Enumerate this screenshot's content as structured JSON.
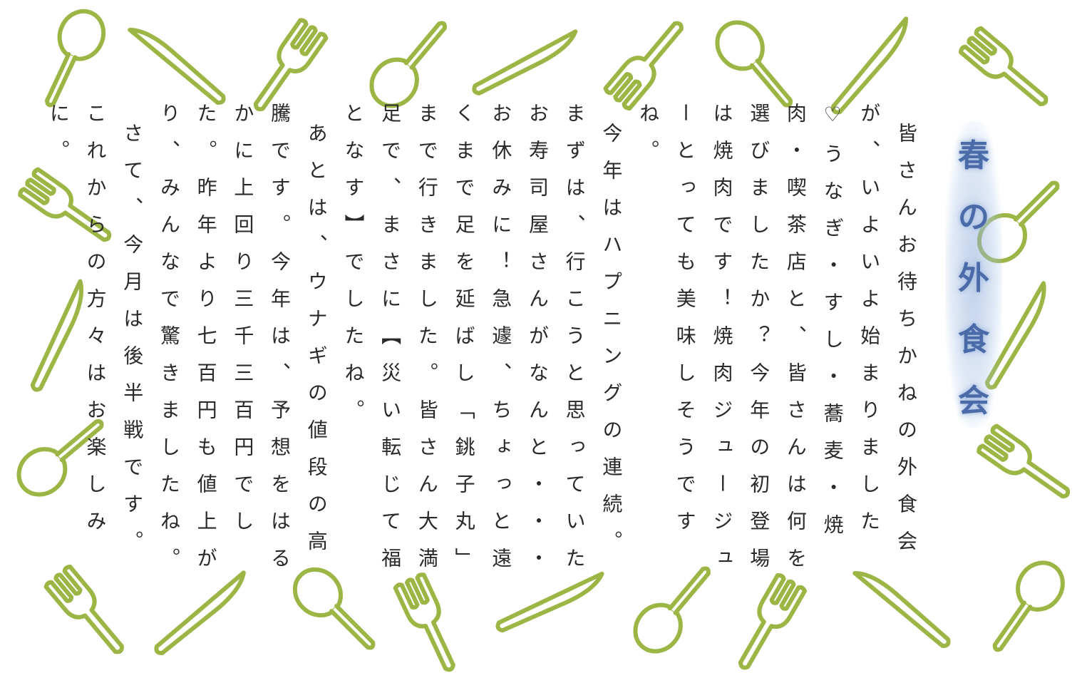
{
  "title": {
    "chars": [
      "春",
      "の",
      "外",
      "食",
      "会"
    ]
  },
  "article": {
    "paragraphs": [
      "皆さんお待ちかねの外食会が、いよいよ始まりました♡うなぎ・すし・蕎麦・焼肉・喫茶店と、皆さんは何を選びましたか？今年の初登場は焼肉です！焼肉ジュージューとっても美味しそうですね。",
      "今年はハプニングの連続。まずは、行こうと思っていたお寿司屋さんがなんと・・・お休みに！急遽、ちょっと遠くまで足を延ばし「銚子丸」まで行きました。皆さん大満足で、まさに【災い転じて福となす】でしたね。",
      "あとは、ウナギの値段の高騰です。今年は、予想をはるかに上回り三千三百円でした。昨年より七百円も値上がり、みんなで驚きましたね。",
      "さて、今月は後半戦です。これからの方々はお楽しみに。"
    ]
  },
  "decor": {
    "utensils": [
      "spoon-icon",
      "fork-icon",
      "knife-icon"
    ],
    "color": "#9cb646",
    "title_color": "#4a6aa8",
    "title_glow": "#9fb8df"
  }
}
